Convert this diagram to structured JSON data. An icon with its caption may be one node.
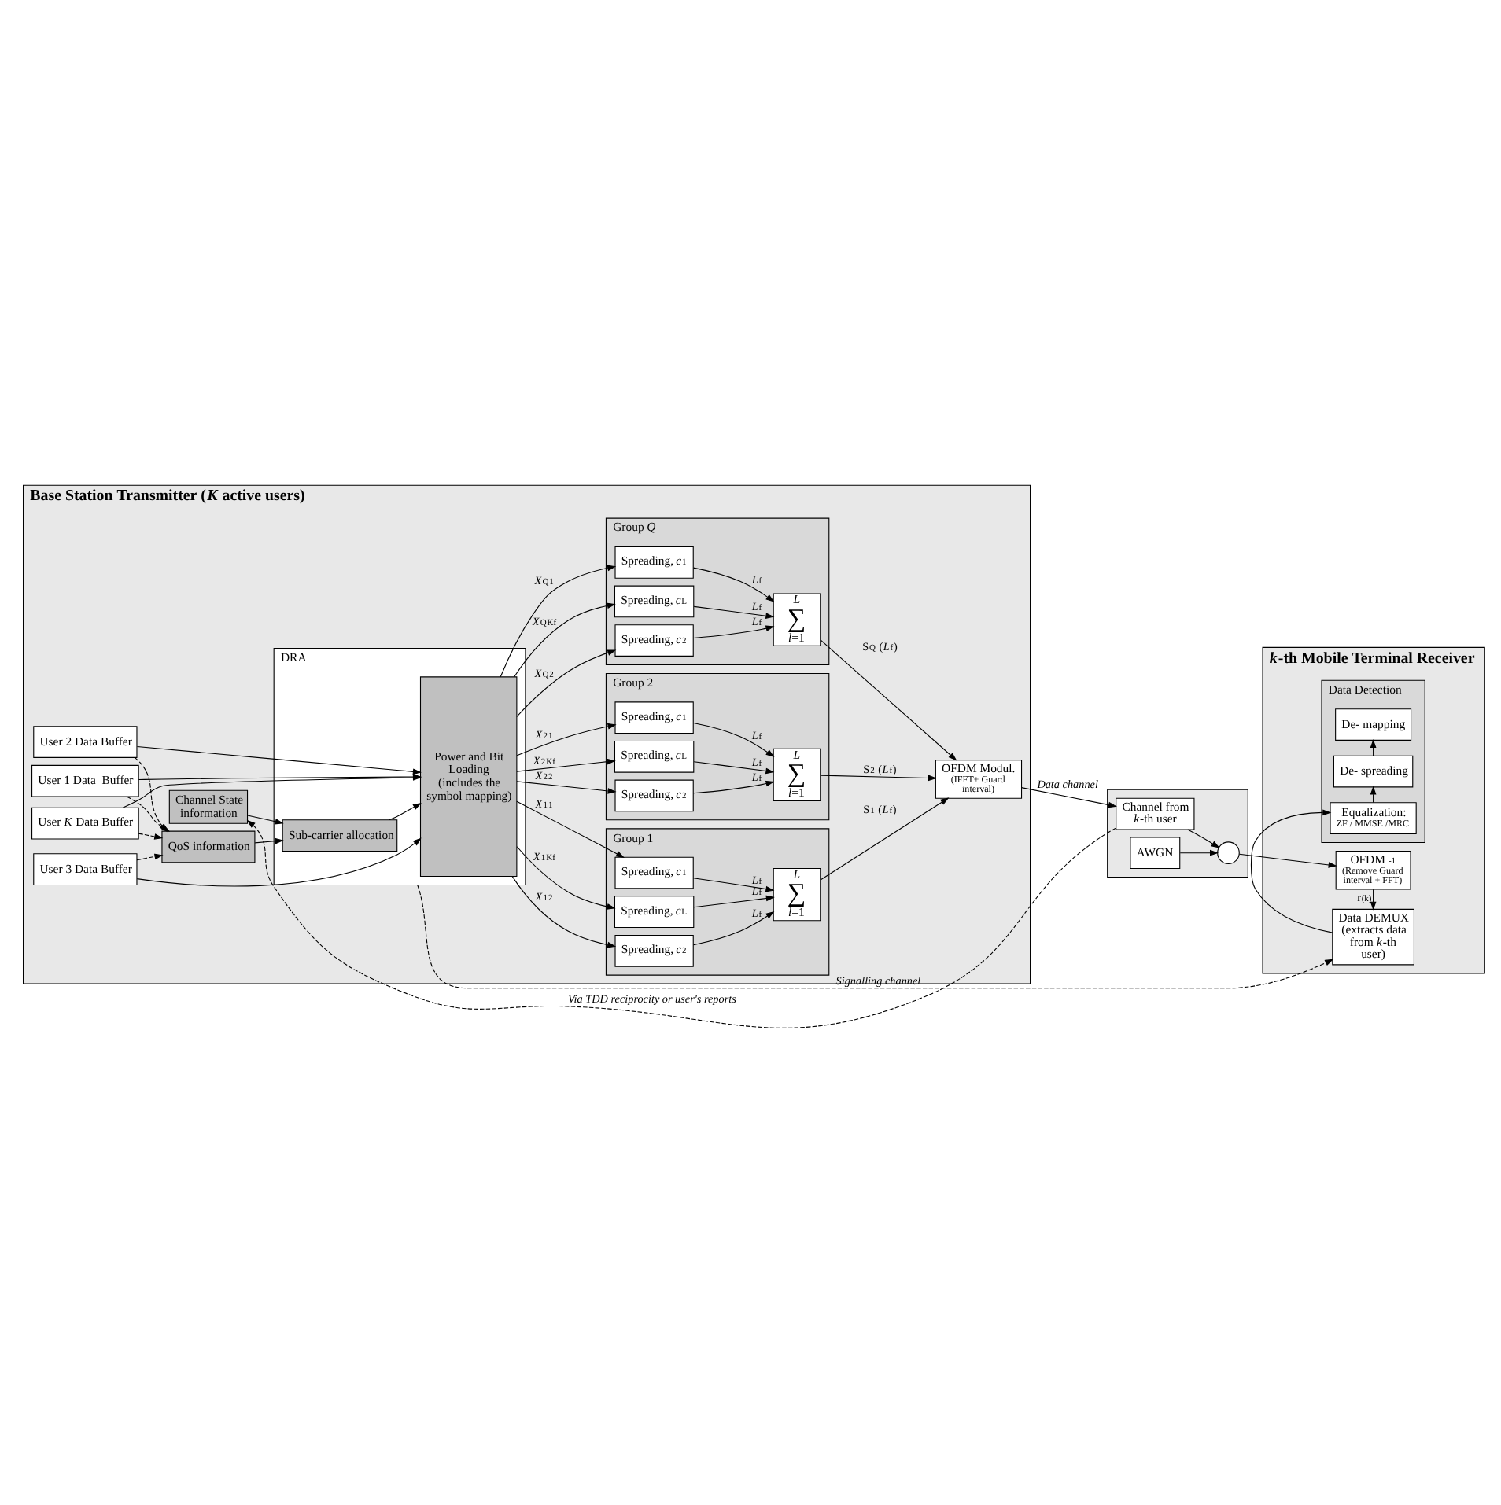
{
  "diagram": {
    "nodes": [
      {
        "text": [
          "Base Station Transmitter (*K* active users)"
        ]
      },
      {
        "text": [
          "DRA"
        ],
        "in": 0
      },
      {
        "text": [
          "Sub-carrier allocation"
        ],
        "in": 1
      },
      {
        "text": [
          "Power and Bit Loading (includes the symbol mapping)"
        ],
        "in": 1
      },
      {
        "text": [
          "QoS information"
        ],
        "in": 0
      },
      {
        "text": [
          "Channel State information"
        ],
        "in": 0
      },
      {
        "text": [
          "User 1 Data  Buffer"
        ],
        "in": 0
      },
      {
        "text": [
          "User 2 Data Buffer"
        ],
        "in": 0
      },
      {
        "text": [
          "User 3 Data Buffer"
        ],
        "in": 0
      },
      {
        "text": [
          "User *K* Data Buffer"
        ],
        "in": 0
      },
      {
        "text": [
          "Group 1"
        ],
        "in": 0
      },
      {
        "text": [
          "Spreading, *c*$^{1}$"
        ],
        "in": 10
      },
      {
        "text": [
          "Spreading, *c*$^{2}$"
        ],
        "in": 10
      },
      {
        "text": [
          "Spreading, *c*$^{L}$"
        ],
        "in": 10
      },
      {
        "text": [
          "*L*",
          "∑",
          "*l*=1"
        ],
        "in": 10
      },
      {
        "text": [
          "Group 2"
        ],
        "in": 0
      },
      {
        "text": [
          "Spreading, *c*$^{1}$"
        ],
        "in": 15
      },
      {
        "text": [
          "Spreading, *c*$^{2}$"
        ],
        "in": 15
      },
      {
        "text": [
          "Spreading, *c*$^{L}$"
        ],
        "in": 15
      },
      {
        "text": [
          "*L*",
          "∑",
          "*l*=1"
        ],
        "in": 15
      },
      {
        "text": [
          "Group *Q*"
        ],
        "in": 0
      },
      {
        "text": [
          "Spreading, *c*$^{1}$"
        ],
        "in": 20
      },
      {
        "text": [
          "Spreading, *c*$^{2}$"
        ],
        "in": 20
      },
      {
        "text": [
          "Spreading, *c*$^{L}$"
        ],
        "in": 20
      },
      {
        "text": [
          "*L*",
          "∑",
          "*l*=1"
        ],
        "in": 20
      },
      {
        "text": [
          "OFDM Modul.",
          "(IFFT+ Guard interval)"
        ],
        "in": 0
      },
      {
        "text": [],
        "shape": "box"
      },
      {
        "text": [
          "Channel from *k*-th user"
        ],
        "in": 26
      },
      {
        "text": [],
        "shape": "circle",
        "in": 26
      },
      {
        "text": [
          "AWGN"
        ],
        "in": 26
      },
      {
        "text": [
          "*k*-th Mobile Terminal Receiver"
        ]
      },
      {
        "text": [
          "Data Detection"
        ],
        "in": 30
      },
      {
        "text": [
          "De- mapping"
        ],
        "in": 31
      },
      {
        "text": [
          "De- spreading"
        ],
        "in": 31
      },
      {
        "text": [
          "Equalization:",
          "ZF / MMSE /MRC"
        ],
        "in": 31
      },
      {
        "text": [
          "Data DEMUX (extracts data from *k*-th user)"
        ],
        "in": 30
      },
      {
        "text": [
          "OFDM $^{-1}$",
          "(Remove Guard interval + FFT)"
        ],
        "in": 30
      }
    ],
    "edges": [
      {
        "from": 4,
        "to": 2,
        "arrow": "to"
      },
      {
        "from": 5,
        "to": 2,
        "arrow": "to"
      },
      {
        "from": 27,
        "to": 5,
        "arrow": "to",
        "style": "dashed",
        "label": "Via TDD reciprocity or user's reports"
      },
      {
        "from": 2,
        "to": 3,
        "arrow": "to"
      },
      {
        "from": 6,
        "to": 4,
        "arrow": "to",
        "style": "dashed"
      },
      {
        "from": 7,
        "to": 4,
        "arrow": "to",
        "style": "dashed"
      },
      {
        "from": 8,
        "to": 4,
        "arrow": "to",
        "style": "dashed"
      },
      {
        "from": 9,
        "to": 4,
        "arrow": "to",
        "style": "dashed"
      },
      {
        "from": 6,
        "to": 3,
        "arrow": "to"
      },
      {
        "from": 7,
        "to": 3,
        "arrow": "to"
      },
      {
        "from": 8,
        "to": 3,
        "arrow": "to"
      },
      {
        "from": 9,
        "to": 3,
        "arrow": "to"
      },
      {
        "from": 3,
        "to": 11,
        "arrow": "to",
        "label": "*X*$_{1}$$^{1}$"
      },
      {
        "from": 3,
        "to": 12,
        "arrow": "to",
        "label": "*X*$_{1}$$^{2}$"
      },
      {
        "from": 3,
        "to": 13,
        "arrow": "to",
        "label": "*X*$_{1}$$^{Kf}$"
      },
      {
        "from": 3,
        "to": 16,
        "arrow": "to",
        "label": "*X*$_{2}$$^{1}$"
      },
      {
        "from": 3,
        "to": 17,
        "arrow": "to",
        "label": "*X*$_{2}$$^{2}$"
      },
      {
        "from": 3,
        "to": 18,
        "arrow": "to",
        "label": "*X*$_{2}$$^{Kf}$"
      },
      {
        "from": 3,
        "to": 21,
        "arrow": "to",
        "label": "*X*$_{Q}$$^{1}$"
      },
      {
        "from": 3,
        "to": 22,
        "arrow": "to",
        "label": "*X*$_{Q}$$^{2}$"
      },
      {
        "from": 3,
        "to": 23,
        "arrow": "to",
        "label": "*X*$_{Q}$$^{Kf}$"
      },
      {
        "from": 11,
        "to": 14,
        "arrow": "to",
        "label": "*L*$_{f}$"
      },
      {
        "from": 12,
        "to": 14,
        "arrow": "to",
        "label": "*L*$_{f}$"
      },
      {
        "from": 13,
        "to": 14,
        "arrow": "to",
        "label": "*L*$_{f}$"
      },
      {
        "from": 16,
        "to": 19,
        "arrow": "to",
        "label": "*L*$_{f}$"
      },
      {
        "from": 17,
        "to": 19,
        "arrow": "to",
        "label": "*L*$_{f}$"
      },
      {
        "from": 18,
        "to": 19,
        "arrow": "to",
        "label": "*L*$_{f}$"
      },
      {
        "from": 21,
        "to": 24,
        "arrow": "to",
        "label": "*L*$_{f}$"
      },
      {
        "from": 22,
        "to": 24,
        "arrow": "to",
        "label": "*L*$_{f}$"
      },
      {
        "from": 23,
        "to": 24,
        "arrow": "to",
        "label": "*L*$_{f}$"
      },
      {
        "from": 14,
        "to": 25,
        "arrow": "to",
        "label": "S$_{1}$ (*L*$_{f}$)"
      },
      {
        "from": 19,
        "to": 25,
        "arrow": "to",
        "label": "S$_{2}$ (*L*$_{f}$)"
      },
      {
        "from": 24,
        "to": 25,
        "arrow": "to",
        "label": "S$_{Q}$ (*L*$_{f}$)"
      },
      {
        "from": 25,
        "to": 27,
        "arrow": "to",
        "label": "Data channel"
      },
      {
        "from": 1,
        "to": 35,
        "arrow": "to",
        "style": "dashed",
        "label": "Signalling channel"
      },
      {
        "from": 27,
        "to": 28,
        "arrow": "to"
      },
      {
        "from": 29,
        "to": 28,
        "arrow": "to"
      },
      {
        "from": 28,
        "to": 36,
        "arrow": "to"
      },
      {
        "from": 36,
        "to": 35,
        "arrow": "to",
        "label": "r$^{(k)}$"
      },
      {
        "from": 35,
        "to": 34,
        "arrow": "to"
      },
      {
        "from": 34,
        "to": 33,
        "arrow": "to"
      },
      {
        "from": 33,
        "to": 32,
        "arrow": "to"
      }
    ]
  }
}
